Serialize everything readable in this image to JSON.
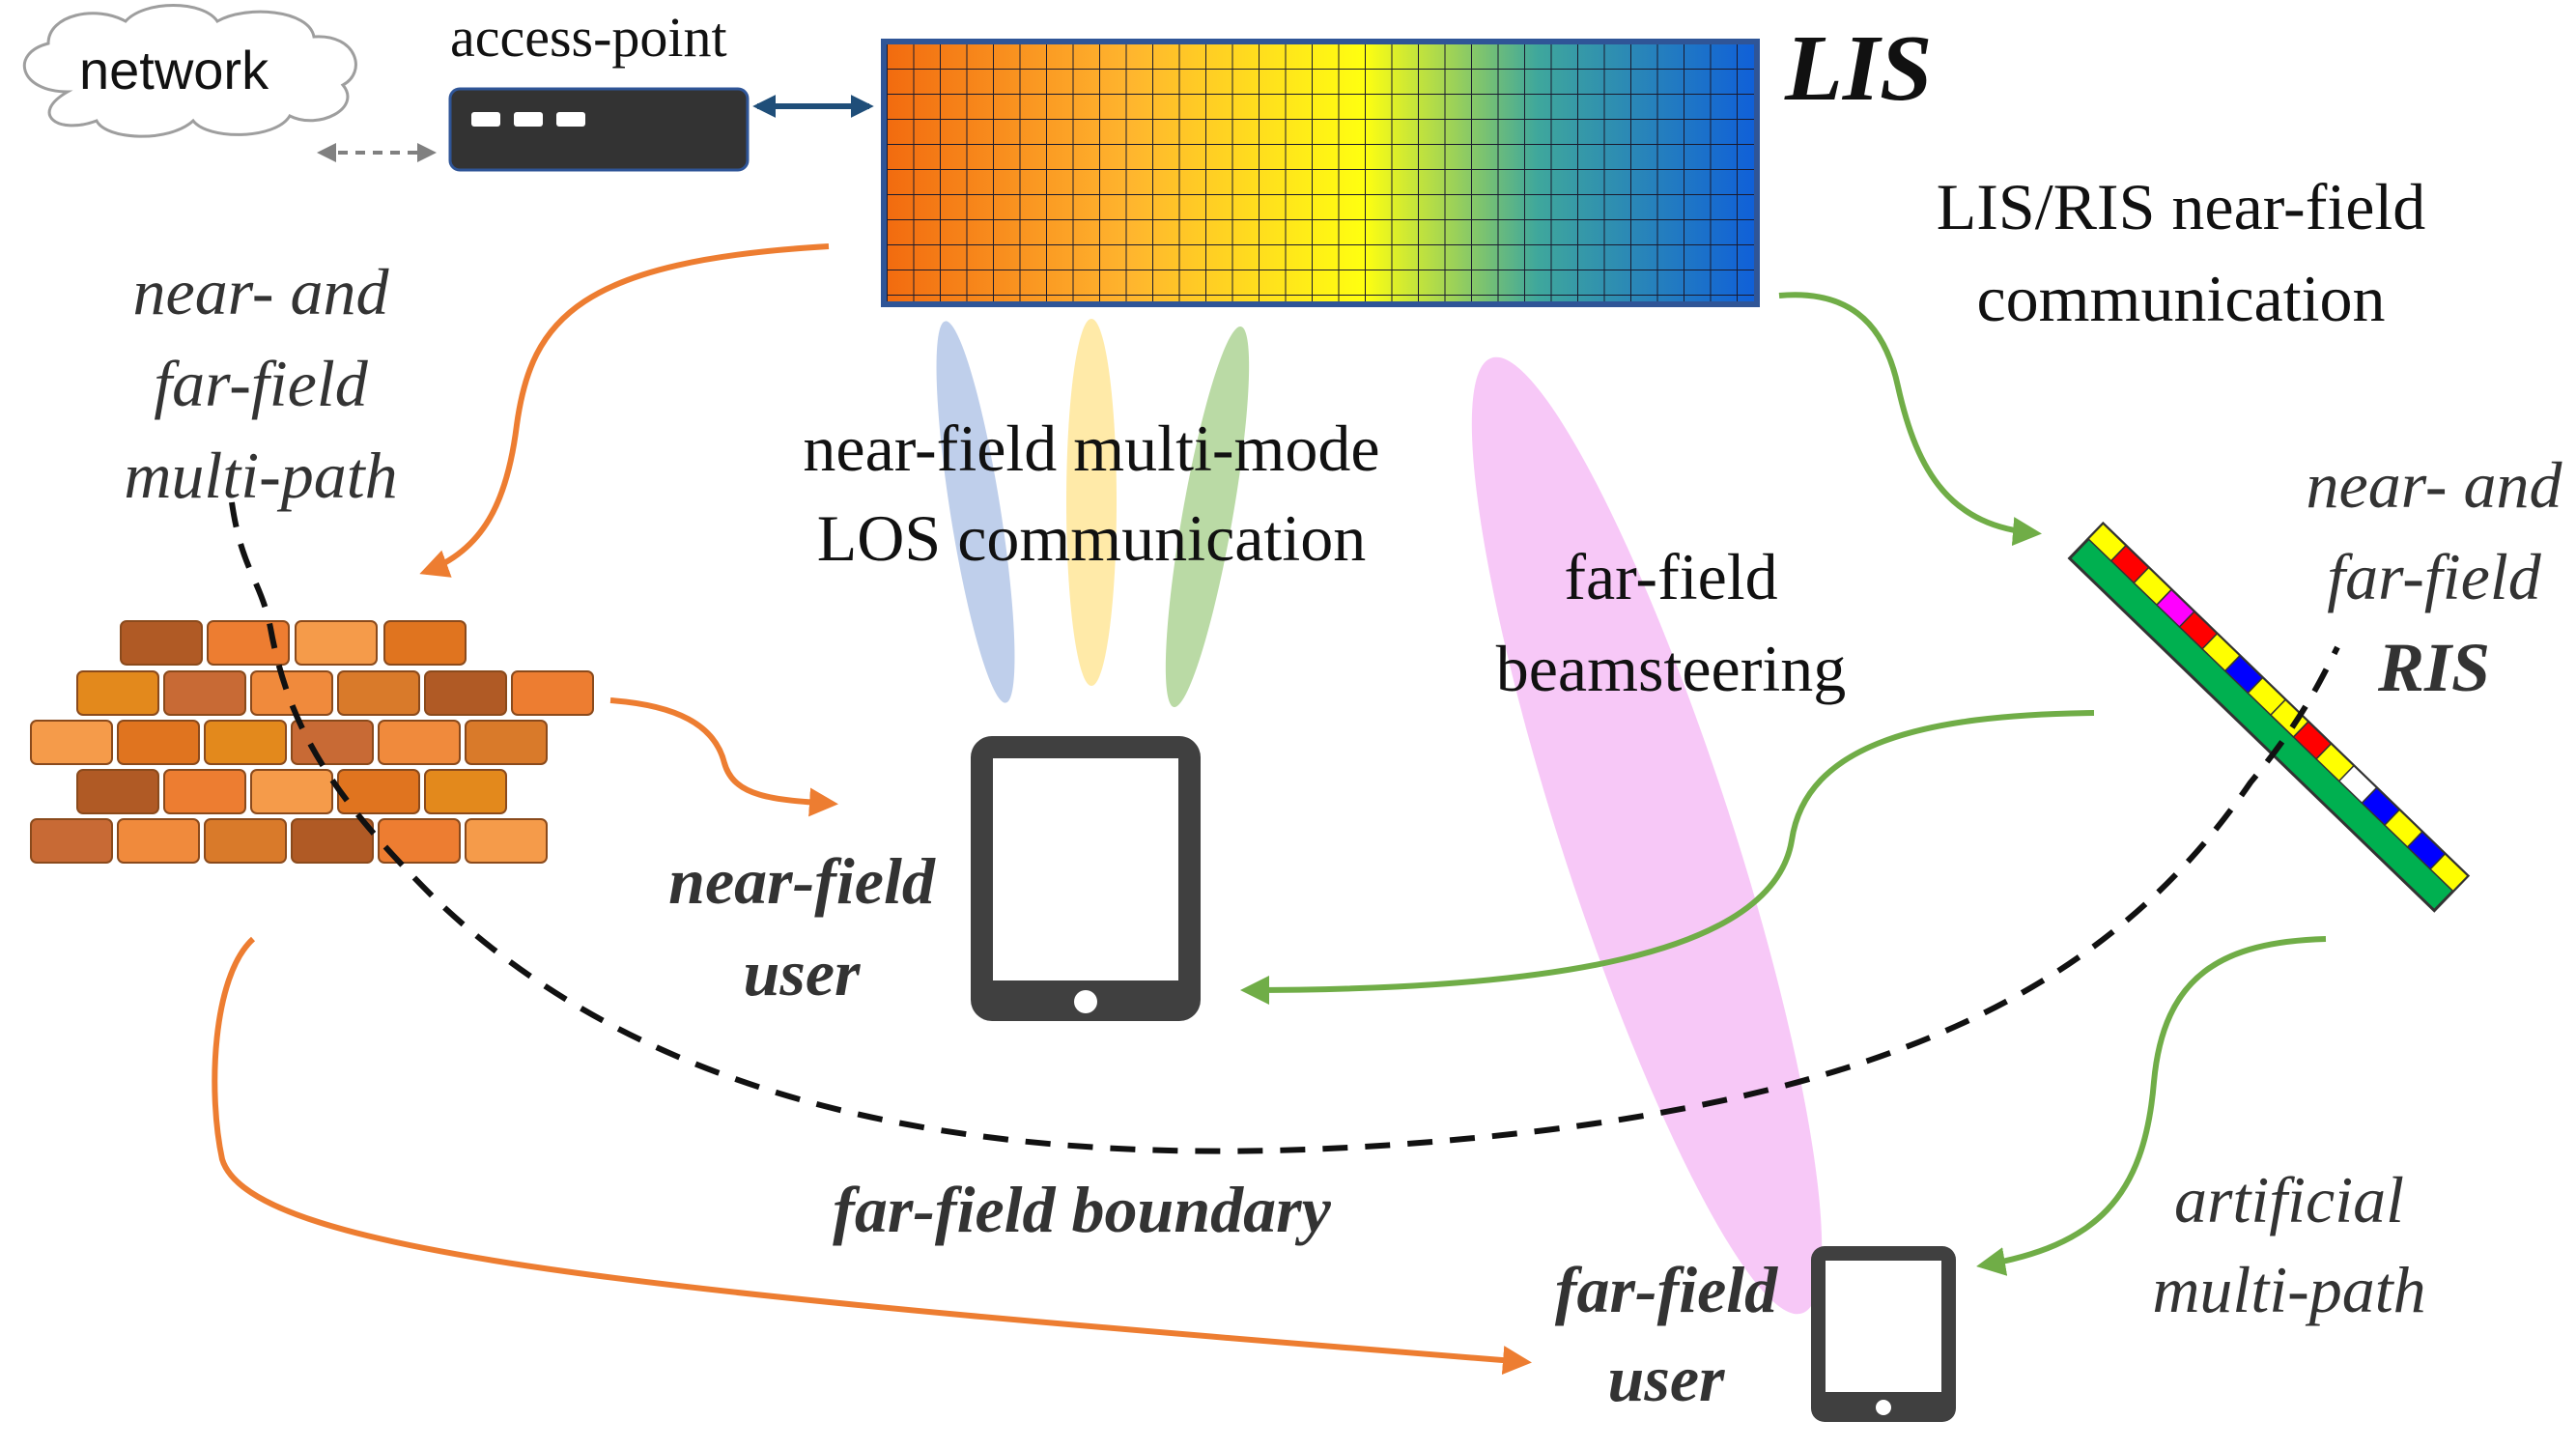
{
  "colors": {
    "orange_arrow": "#ED7D31",
    "green_arrow": "#70AD47",
    "navy_arrow": "#1F4E79",
    "access_point": "#333333",
    "lis_border": "#2F5597",
    "ris_green": "#00B050",
    "beam_blue": "#B4C7E7",
    "beam_yellow": "#FFE699",
    "beam_green": "#A9D18E",
    "beam_pink": "#F4B6F4",
    "brick": "#ED7D31"
  },
  "labels": {
    "network": "network",
    "access_point": "access-point",
    "lis": "LIS",
    "lis_ris_line1": "LIS/RIS near-field",
    "lis_ris_line2": "communication",
    "multipath_line1": "near- and",
    "multipath_line2": "far-field",
    "multipath_line3": "multi-path",
    "los_line1": "near-field multi-mode",
    "los_line2": "LOS communication",
    "beamsteer_line1": "far-field",
    "beamsteer_line2": "beamsteering",
    "ris_line1": "near- and",
    "ris_line2": "far-field",
    "ris_line3": "RIS",
    "near_user_line1": "near-field",
    "near_user_line2": "user",
    "boundary": "far-field boundary",
    "artificial_line1": "artificial",
    "artificial_line2": "multi-path",
    "far_user_line1": "far-field",
    "far_user_line2": "user"
  },
  "ris_tiles": [
    "#FFFF00",
    "#FF0000",
    "#FFFF00",
    "#FF00FF",
    "#FF0000",
    "#FFFF00",
    "#0000FF",
    "#FFFF00",
    "#FFFF00",
    "#FF0000",
    "#FFFF00",
    "#FFFFFF",
    "#0000FF",
    "#FFFF00",
    "#0000FF",
    "#FFFF00"
  ]
}
